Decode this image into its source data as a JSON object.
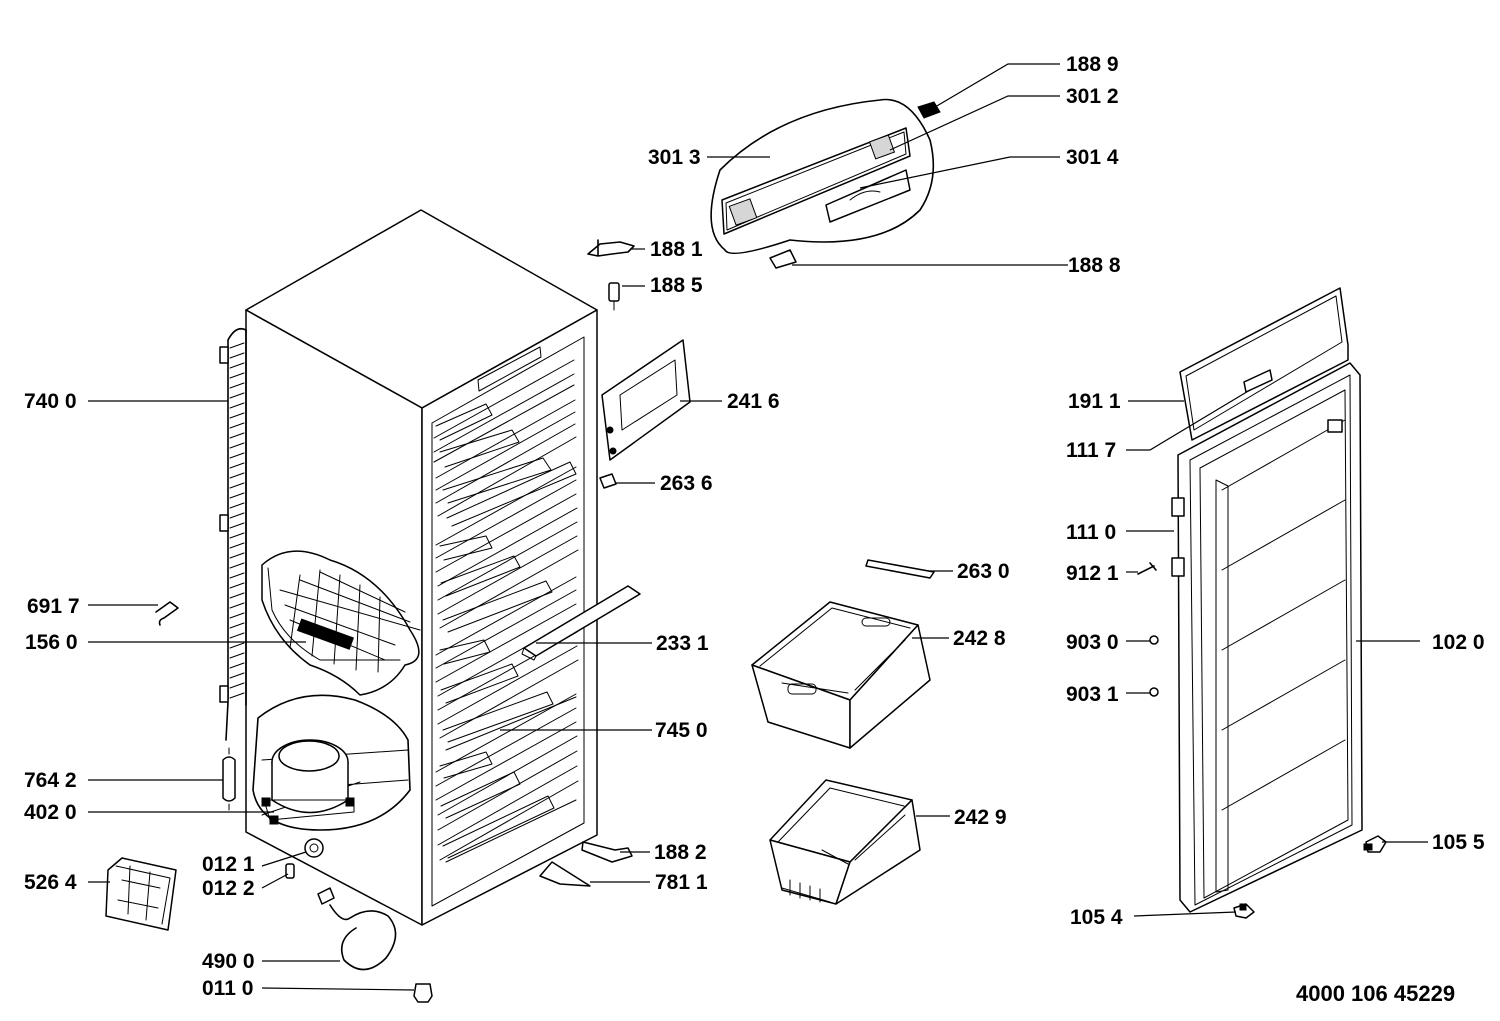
{
  "document_number": "4000 106 45229",
  "part_labels": {
    "p1889": "188 9",
    "p3012": "301 2",
    "p3013": "301 3",
    "p3014": "301 4",
    "p1881": "188 1",
    "p1888": "188 8",
    "p1885": "188 5",
    "p7400": "740 0",
    "p2416": "241 6",
    "p1911": "191 1",
    "p1117": "111 7",
    "p2636": "263 6",
    "p1110": "111 0",
    "p2630": "263 0",
    "p9121": "912 1",
    "p6917": "691 7",
    "p1560": "156 0",
    "p2331": "233 1",
    "p2428": "242 8",
    "p9030": "903 0",
    "p1020": "102 0",
    "p9031": "903 1",
    "p7450": "745 0",
    "p7642": "764 2",
    "p4020": "402 0",
    "p2429": "242 9",
    "p1882": "188 2",
    "p1055": "105 5",
    "p0121": "012 1",
    "p7811": "781 1",
    "p5264": "526 4",
    "p0122": "012 2",
    "p1054": "105 4",
    "p4900": "490 0",
    "p0110": "011 0"
  }
}
